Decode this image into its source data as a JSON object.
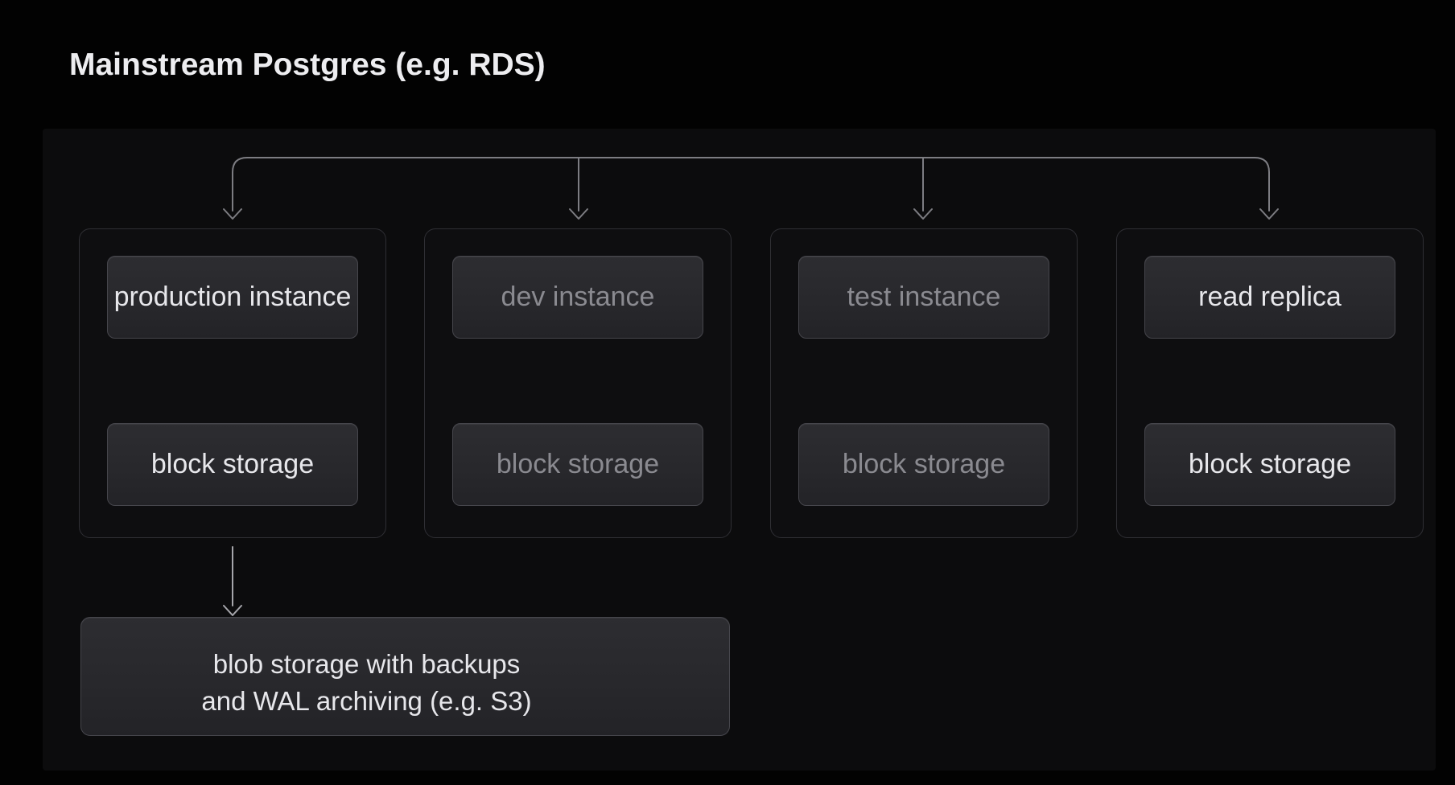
{
  "title": "Mainstream Postgres (e.g. RDS)",
  "diagram": {
    "columns": [
      {
        "id": "production",
        "instance": "production instance",
        "storage": "block storage",
        "emphasis": "bright"
      },
      {
        "id": "dev",
        "instance": "dev instance",
        "storage": "block storage",
        "emphasis": "dim"
      },
      {
        "id": "test",
        "instance": "test instance",
        "storage": "block storage",
        "emphasis": "dim"
      },
      {
        "id": "read-replica",
        "instance": "read replica",
        "storage": "block storage",
        "emphasis": "bright"
      }
    ],
    "blob_storage": {
      "line1": "blob storage with backups",
      "line2": "and WAL archiving (e.g. S3)"
    },
    "colors": {
      "background": "#020202",
      "panel": "#0c0c0d",
      "node_fill_top": "#2d2d31",
      "node_fill_bottom": "#232327",
      "node_border": "#46464c",
      "outer_border": "#2f2f34",
      "text_bright": "#e7e7eb",
      "text_dim": "#8a8a90",
      "arrow": "#a6a6ab",
      "trunk": "#7d7d82",
      "title_color": "#ededf0"
    }
  }
}
